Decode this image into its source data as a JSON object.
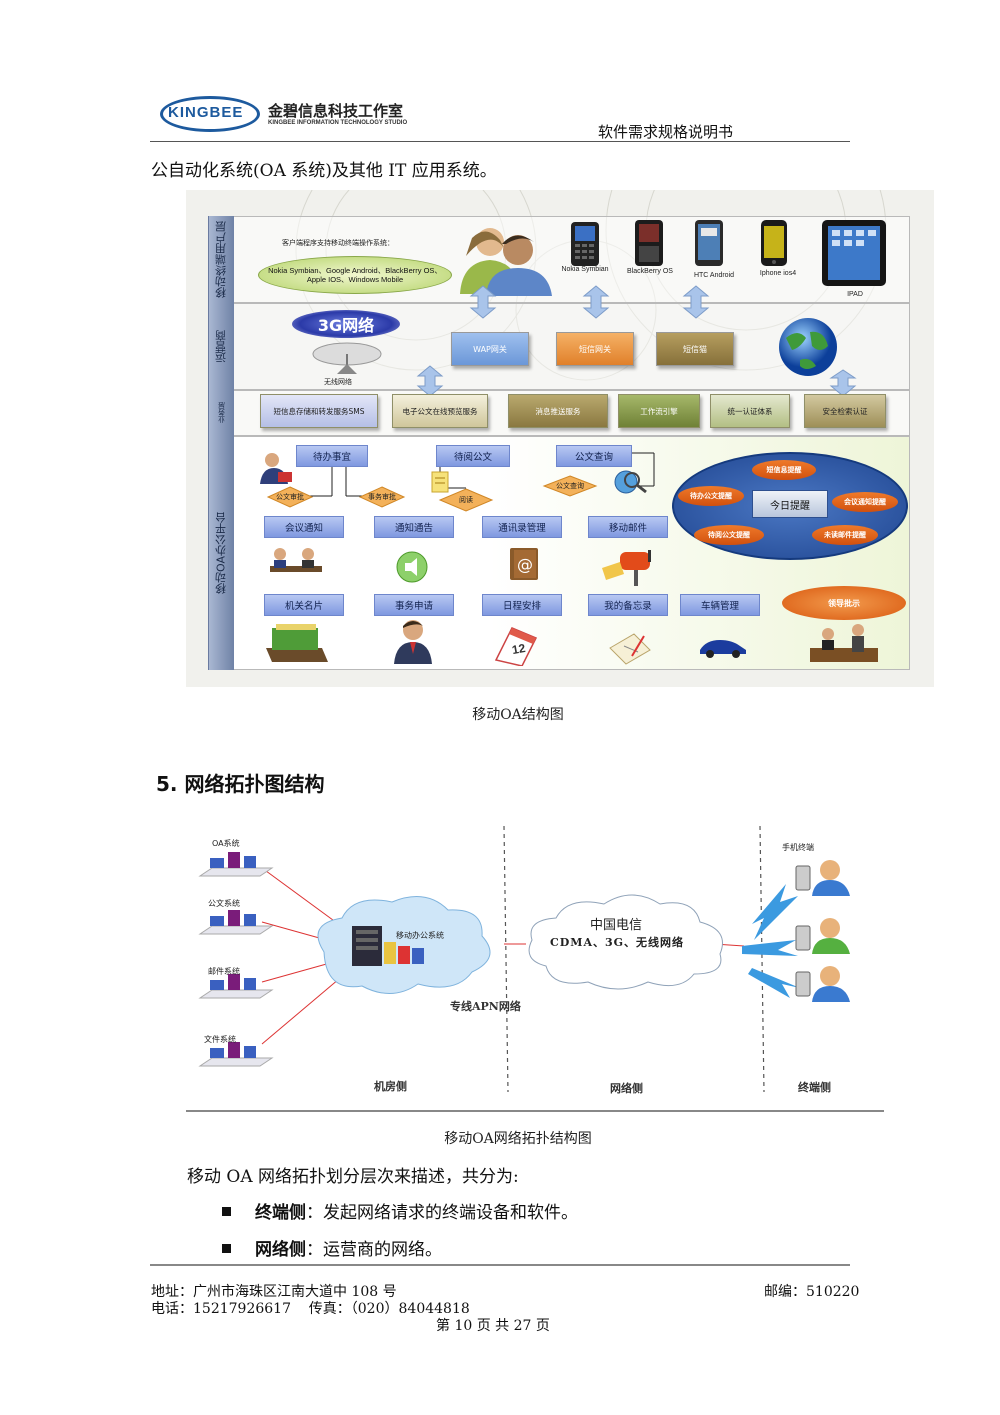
{
  "header": {
    "logo_text": "KINGBEE",
    "company_name": "金碧信息科技工作室",
    "company_name_en": "KINGBEE INFORMATION TECHNOLOGY STUDIO",
    "doc_title": "软件需求规格说明书"
  },
  "intro_line": "公自动化系统(OA 系统)及其他 IT 应用系统。",
  "oa_diagram": {
    "caption": "移动OA结构图",
    "bands": [
      "移动终端用户层",
      "运营商",
      "业务层",
      "移动OA办公平台"
    ],
    "os_note": "客户端程序支持移动终端操作系统：",
    "os_list": "Nokia Symbian、Google Android、BlackBerry OS、Apple IOS、Windows Mobile",
    "devices": [
      "Nokia Symbian",
      "BlackBerry OS",
      "HTC Android",
      "Iphone ios4",
      "IPAD"
    ],
    "network_badge": "3G网络",
    "wireless": "无线网络",
    "gateways": [
      "WAP网关",
      "短信网关",
      "短信猫"
    ],
    "services": [
      "短信息存储和转发服务SMS",
      "电子公文在线预览服务",
      "消息推送服务",
      "工作流引擎",
      "统一认证体系",
      "安全检索认证"
    ],
    "platform_boxes": [
      "待办事宜",
      "待阅公文",
      "公文查询",
      "会议通知",
      "通知通告",
      "通讯录管理",
      "移动邮件",
      "机关名片",
      "事务申请",
      "日程安排",
      "我的备忘录",
      "车辆管理"
    ],
    "diamonds": [
      "公文审批",
      "事务审批",
      "阅读",
      "公文查询"
    ],
    "reminder_center": "今日提醒",
    "reminders": [
      "短信息提醒",
      "待办公文提醒",
      "会议通知提醒",
      "待阅公文提醒",
      "未读邮件提醒"
    ],
    "leader_box": "领导批示",
    "calendar_day": "12"
  },
  "section": {
    "number": "5.",
    "title": "网络拓扑图结构"
  },
  "net_diagram": {
    "caption": "移动OA网络拓扑结构图",
    "systems": [
      "OA系统",
      "公文系统",
      "邮件系统",
      "文件系统"
    ],
    "server_label": "移动办公系统",
    "carrier": "中国电信",
    "carrier_networks": "CDMA、3G、无线网络",
    "apn": "专线APN网络",
    "terminal_label": "手机终端",
    "zones": [
      "机房侧",
      "网络侧",
      "终端侧"
    ]
  },
  "paragraph": "移动 OA 网络拓扑划分层次来描述，共分为:",
  "bullets": [
    {
      "term": "终端侧",
      "desc": "：发起网络请求的终端设备和软件。"
    },
    {
      "term": "网络侧",
      "desc": "：运营商的网络。"
    }
  ],
  "footer": {
    "address": "地址：广州市海珠区江南大道中 108 号",
    "postcode": "邮编：510220",
    "phone": "电话：15217926617    传真：（020）84044818",
    "page": "第 10 页 共 27 页"
  },
  "colors": {
    "logo_blue": "#1d5a9e",
    "band_label": "#7f91b3",
    "orange": "#e0681a",
    "platform_blue": "#8aa2e6",
    "reminder_ellipse": "#2b55a3"
  }
}
